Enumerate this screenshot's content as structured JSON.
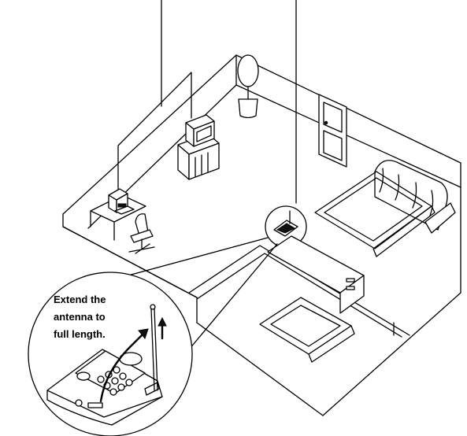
{
  "callout": {
    "lines": [
      "Extend the",
      "antenna to",
      "full length."
    ]
  }
}
